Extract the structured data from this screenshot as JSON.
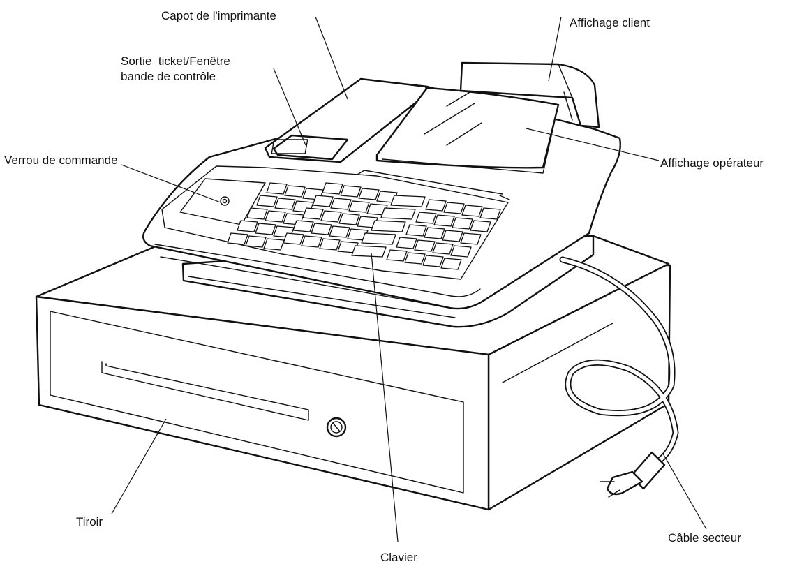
{
  "labels": {
    "printer_cover": "Capot de l'imprimante",
    "receipt_outlet_line1": "Sortie  ticket/Fenêtre",
    "receipt_outlet_line2": "bande de contrôle",
    "customer_display": "Affichage client",
    "mode_lock": "Verrou de commande",
    "operator_display": "Affichage opérateur",
    "drawer": "Tiroir",
    "keyboard": "Clavier",
    "power_cable": "Câble secteur"
  }
}
